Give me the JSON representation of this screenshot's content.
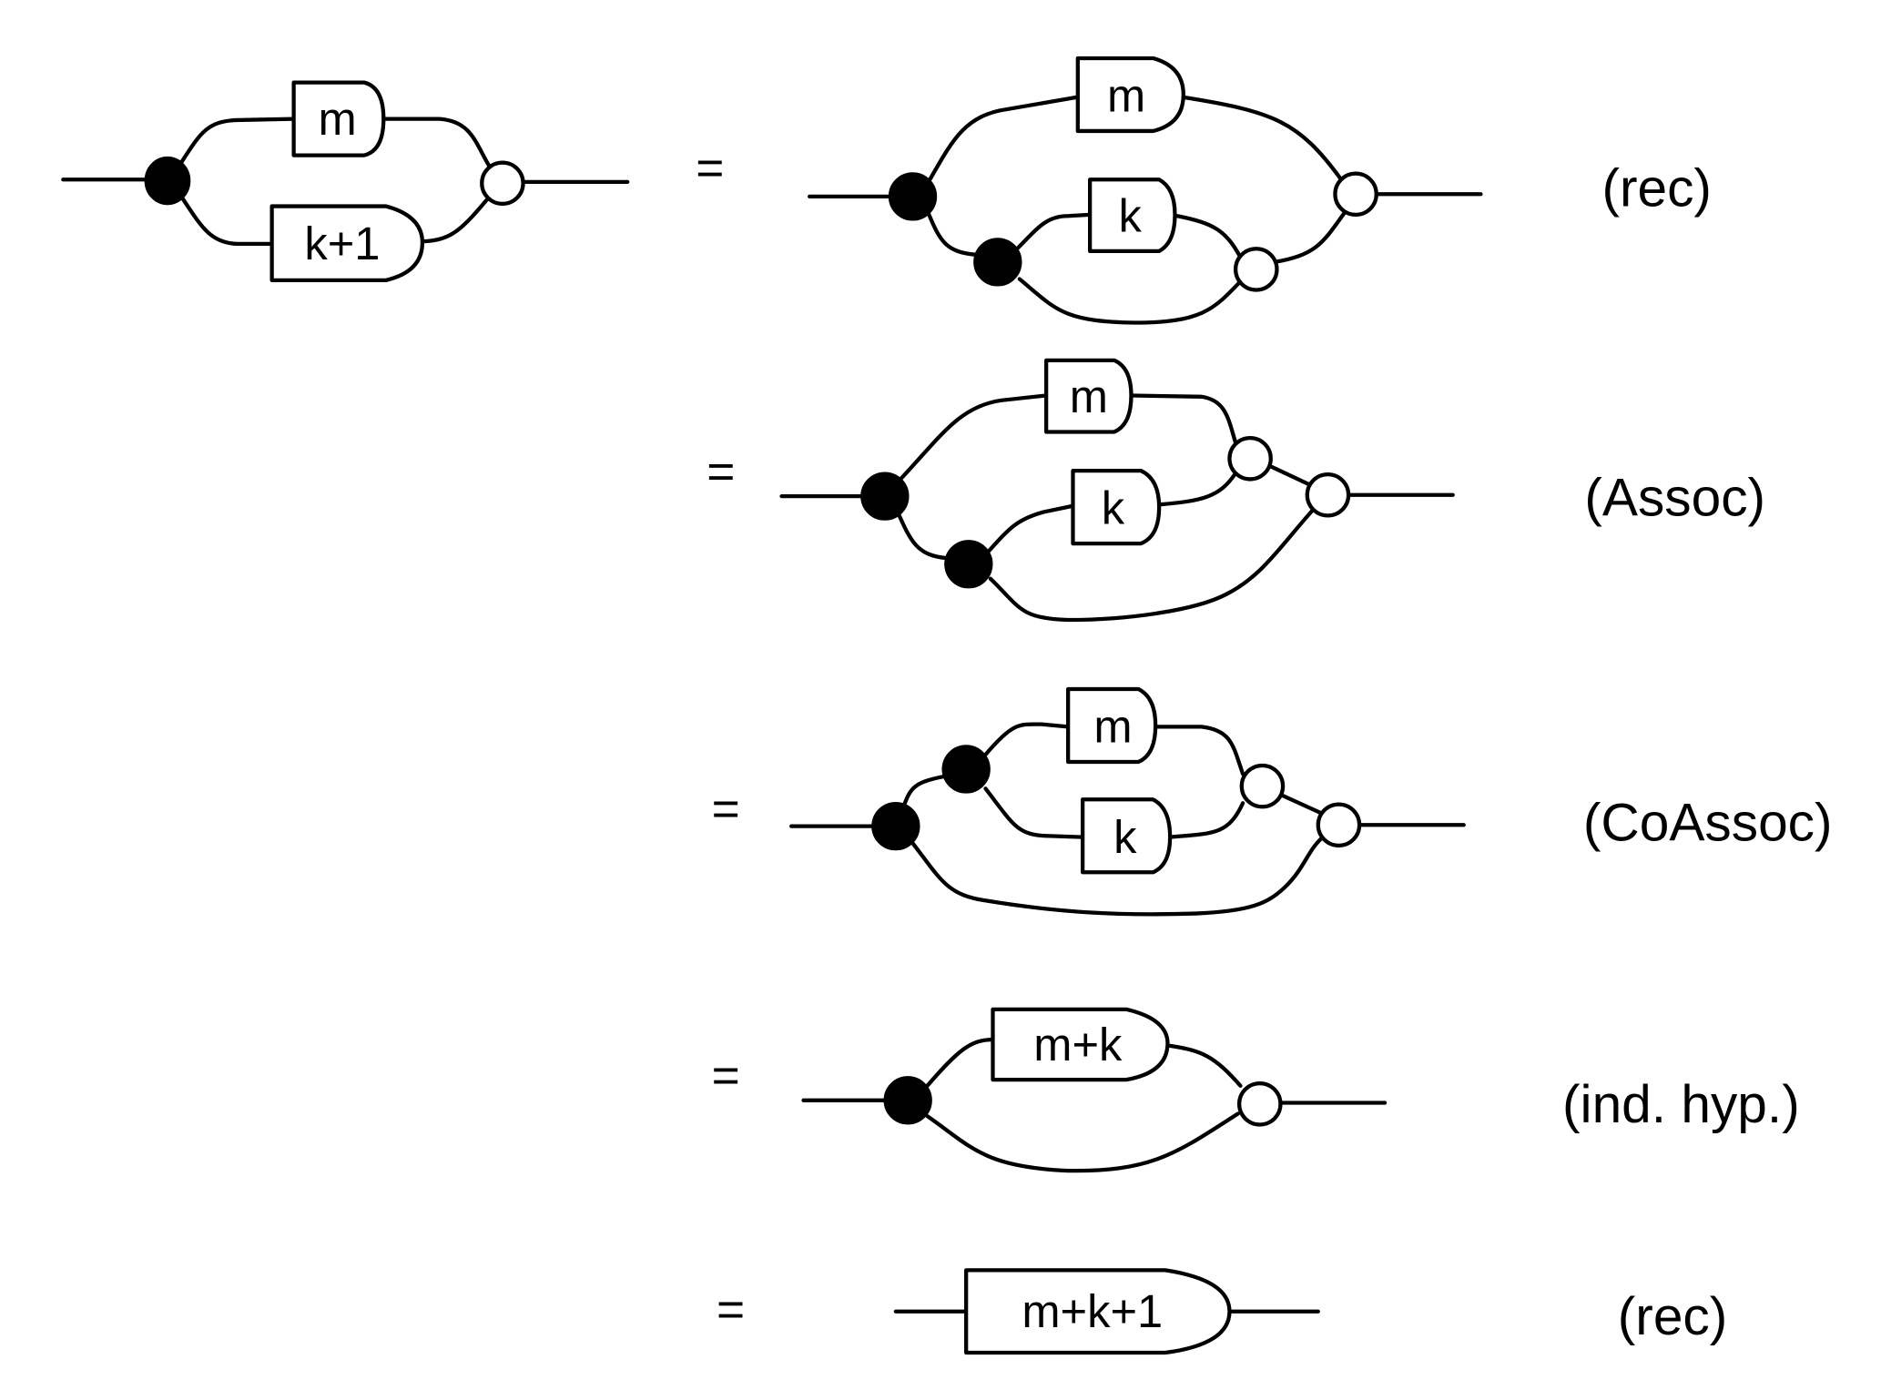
{
  "figure": {
    "lhs": {
      "top_box": "m",
      "bottom_box": "k+1"
    },
    "steps": [
      {
        "equals": "=",
        "boxes": [
          "m",
          "k"
        ],
        "rule": "(rec)"
      },
      {
        "equals": "=",
        "boxes": [
          "m",
          "k"
        ],
        "rule": "(Assoc)"
      },
      {
        "equals": "=",
        "boxes": [
          "m",
          "k"
        ],
        "rule": "(CoAssoc)"
      },
      {
        "equals": "=",
        "boxes": [
          "m+k"
        ],
        "rule": "(ind. hyp.)"
      },
      {
        "equals": "=",
        "boxes": [
          "m+k+1"
        ],
        "rule": "(rec)"
      }
    ]
  }
}
